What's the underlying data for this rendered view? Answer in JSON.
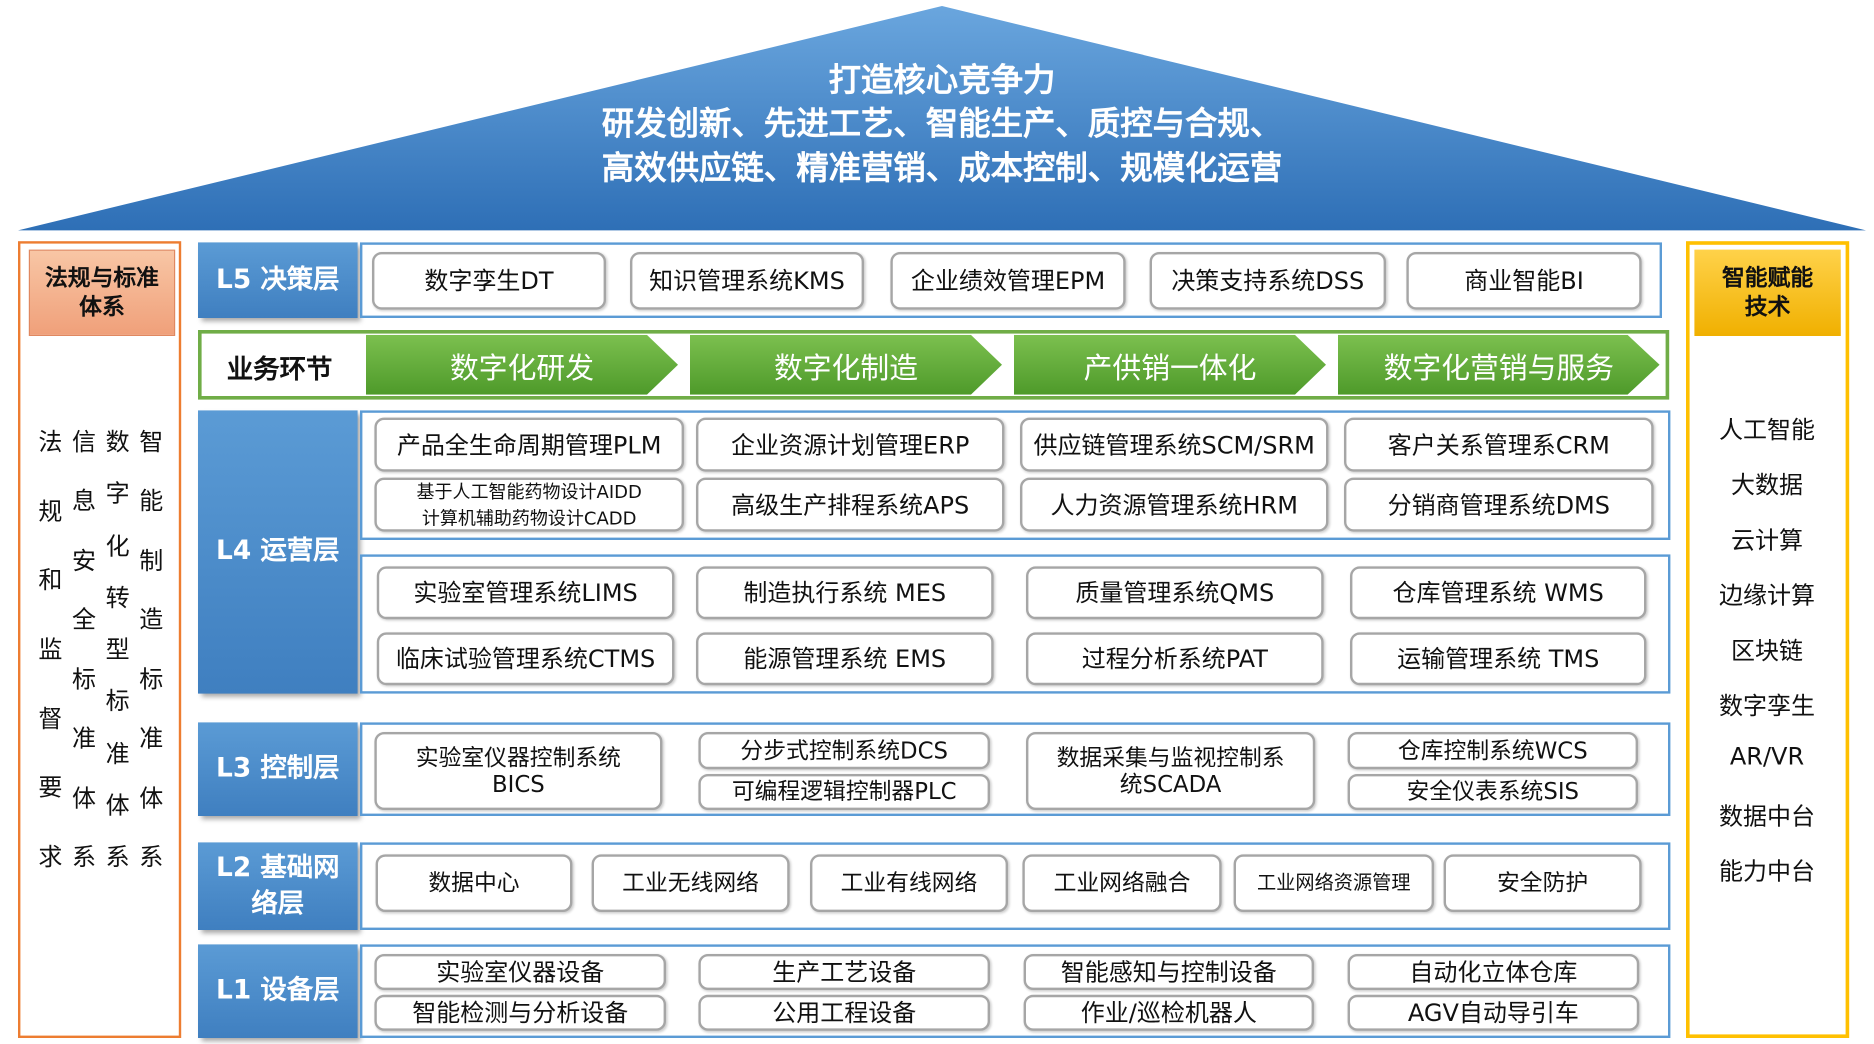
{
  "roof": {
    "line1": "打造核心竞争力",
    "line2": "研发创新、先进工艺、智能生产、质控与合规、",
    "line3": "高效供应链、精准营销、成本控制、规模化运营"
  },
  "left_panel": {
    "title": "法规与标准体系",
    "columns": [
      [
        "法",
        "规",
        "和",
        "监",
        "督",
        "要",
        "求"
      ],
      [
        "信",
        "息",
        "安",
        "全",
        "标",
        "准",
        "体",
        "系"
      ],
      [
        "数",
        "字",
        "化",
        "转",
        "型",
        "标",
        "准",
        "体",
        "系"
      ],
      [
        "智",
        "能",
        "制",
        "造",
        "标",
        "准",
        "体",
        "系"
      ]
    ]
  },
  "right_panel": {
    "title": "智能赋能技术",
    "items": [
      "人工智能",
      "大数据",
      "云计算",
      "边缘计算",
      "区块链",
      "数字孪生",
      "AR/VR",
      "数据中台",
      "能力中台"
    ]
  },
  "business": {
    "label": "业务环节",
    "stages": [
      "数字化研发",
      "数字化制造",
      "产供销一体化",
      "数字化营销与服务"
    ]
  },
  "layers": {
    "l5": {
      "label": "L5 决策层",
      "items": [
        "数字孪生DT",
        "知识管理系统KMS",
        "企业绩效管理EPM",
        "决策支持系统DSS",
        "商业智能BI"
      ]
    },
    "l4": {
      "label": "L4 运营层",
      "items": [
        "产品全生命周期管理PLM",
        "企业资源计划管理ERP",
        "供应链管理系统SCM/SRM",
        "客户关系管理系CRM",
        "基于人工智能药物设计AIDD\n计算机辅助药物设计CADD",
        "高级生产排程系统APS",
        "人力资源管理系统HRM",
        "分销商管理系统DMS",
        "实验室管理系统LIMS",
        "制造执行系统 MES",
        "质量管理系统QMS",
        "仓库管理系统 WMS",
        "临床试验管理系统CTMS",
        "能源管理系统 EMS",
        "过程分析系统PAT",
        "运输管理系统 TMS"
      ]
    },
    "l3": {
      "label": "L3 控制层",
      "items": [
        "实验室仪器控制系统\nBICS",
        "分步式控制系统DCS",
        "可编程逻辑控制器PLC",
        "数据采集与监视控制系\n统SCADA",
        "仓库控制系统WCS",
        "安全仪表系统SIS"
      ]
    },
    "l2": {
      "label": "L2 基础网络层",
      "items": [
        "数据中心",
        "工业无线网络",
        "工业有线网络",
        "工业网络融合",
        "工业网络资源管理",
        "安全防护"
      ]
    },
    "l1": {
      "label": "L1 设备层",
      "items": [
        "实验室仪器设备",
        "生产工艺设备",
        "智能感知与控制设备",
        "自动化立体仓库",
        "智能检测与分析设备",
        "公用工程设备",
        "作业/巡检机器人",
        "AGV自动导引车"
      ]
    }
  },
  "colors": {
    "roof": "#3c7fc4",
    "layer": "#5b9bd5",
    "left_border": "#ed7d31",
    "left_header": "#f4b183",
    "right_border": "#ffc000",
    "right_header": "#f5b800",
    "business_border": "#70ad47",
    "arrow": "#5aa834"
  }
}
